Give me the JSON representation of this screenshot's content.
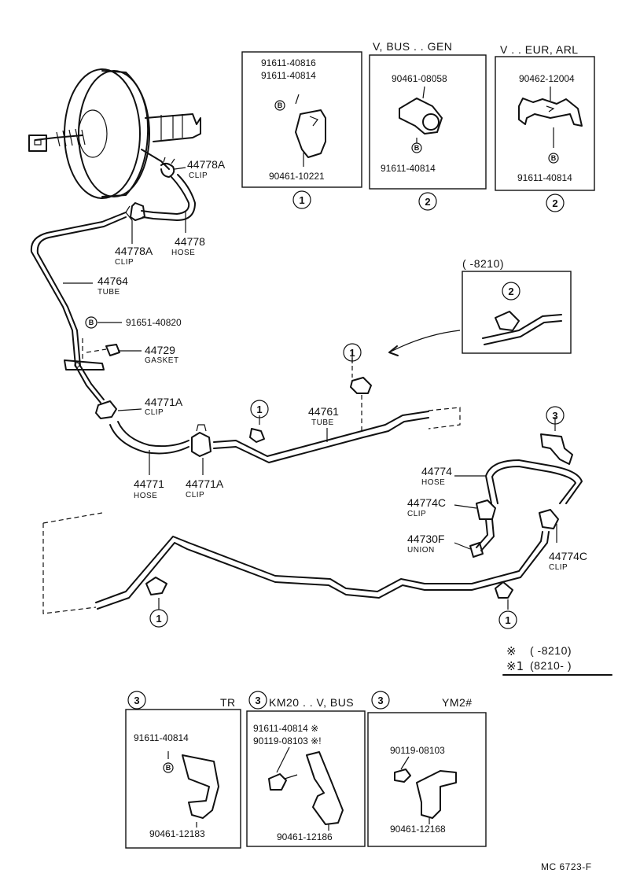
{
  "boxes": {
    "box1": {
      "part_top_a": "91611-40816",
      "part_top_b": "91611-40814",
      "bolt_symbol": "B",
      "part_bottom": "90461-10221",
      "callout": "1"
    },
    "box2a": {
      "header": "V, BUS . . GEN",
      "part_top": "90461-08058",
      "bolt_symbol": "B",
      "part_bottom": "91611-40814",
      "callout": "2"
    },
    "box2b": {
      "header": "V . . EUR, ARL",
      "part_top": "90462-12004",
      "bolt_symbol": "B",
      "part_bottom": "91611-40814",
      "callout": "2"
    },
    "box_inset": {
      "header": "(      -8210)",
      "callout": "2"
    },
    "box3a": {
      "callout": "3",
      "header": "TR",
      "part_top": "91611-40814",
      "bolt_symbol": "B",
      "part_bottom": "90461-12183"
    },
    "box3b": {
      "callout": "3",
      "header": "KM20 . . V, BUS",
      "part_top_a": "91611-40814 ※",
      "part_top_b": "90119-08103 ※!",
      "part_bottom": "90461-12186"
    },
    "box3c": {
      "callout": "3",
      "header": "YM2#",
      "part_top": "90119-08103",
      "part_bottom": "90461-12168"
    }
  },
  "labels": {
    "p44778A_top": {
      "num": "44778A",
      "name": "CLIP"
    },
    "p44778": {
      "num": "44778",
      "name": "HOSE"
    },
    "p44778A_left": {
      "num": "44778A",
      "name": "CLIP"
    },
    "p44764": {
      "num": "44764",
      "name": "TUBE"
    },
    "p91651": {
      "num": "91651-40820",
      "bolt_symbol": "B"
    },
    "p44729": {
      "num": "44729",
      "name": "GASKET"
    },
    "p44771A_left": {
      "num": "44771A",
      "name": "CLIP"
    },
    "p44771": {
      "num": "44771",
      "name": "HOSE"
    },
    "p44771A_right": {
      "num": "44771A",
      "name": "CLIP"
    },
    "p44761": {
      "num": "44761",
      "name": "TUBE"
    },
    "p44774": {
      "num": "44774",
      "name": "HOSE"
    },
    "p44774C_left": {
      "num": "44774C",
      "name": "CLIP"
    },
    "p44730F": {
      "num": "44730F",
      "name": "UNION"
    },
    "p44774C_right": {
      "num": "44774C",
      "name": "CLIP"
    }
  },
  "callouts": {
    "mid_tube_1": "1",
    "mid_clip_1": "1",
    "lower_left_1": "1",
    "lower_right_1": "1",
    "right_bracket_3": "3"
  },
  "legend": {
    "line1_symbol": "※",
    "line1_text": "(      -8210)",
    "line2_symbol": "※1",
    "line2_text": "(8210-      )"
  },
  "drawing_code": "MC  6723-F"
}
